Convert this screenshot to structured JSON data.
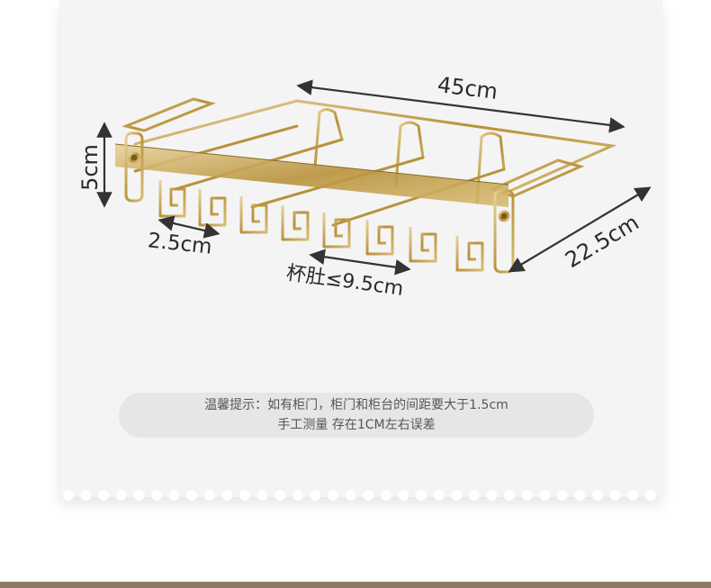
{
  "dimensions": {
    "length": "45cm",
    "height": "5cm",
    "depth": "22.5cm",
    "slot_width": "2.5cm",
    "cup_body": "杯肚≤9.5cm"
  },
  "notice": {
    "line1": "温馨提示：如有柜门，柜门和柜台的间距要大于1.5cm",
    "line2": "手工测量 存在1CM左右误差"
  },
  "colors": {
    "gold": "#c9a84c",
    "card_bg": "#f4f4f4",
    "notice_bg": "#e6e6e6",
    "bottom_bar": "#8a7a66"
  }
}
